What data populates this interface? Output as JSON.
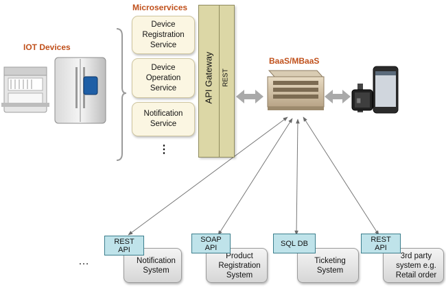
{
  "labels": {
    "microservices": "Microservices",
    "iot_devices": "IOT Devices",
    "baas": "BaaS/MBaaS",
    "api_gateway": "API Gateway",
    "rest": "REST",
    "ms_ellipsis": "⋮",
    "bottom_ellipsis": "…"
  },
  "microservices": [
    {
      "line1": "Device",
      "line2": "Registration",
      "line3": "Service"
    },
    {
      "line1": "Device",
      "line2": "Operation",
      "line3": "Service"
    },
    {
      "line1": "Notification",
      "line2": "Service",
      "line3": ""
    }
  ],
  "backends": [
    {
      "api1": "REST",
      "api2": "API",
      "sys1": "Notification",
      "sys2": "System",
      "sys3": ""
    },
    {
      "api1": "SOAP",
      "api2": "API",
      "sys1": "Product",
      "sys2": "Registration",
      "sys3": "System"
    },
    {
      "api1": "SQL DB",
      "api2": "",
      "sys1": "Ticketing",
      "sys2": "System",
      "sys3": ""
    },
    {
      "api1": "REST",
      "api2": "API",
      "sys1": "3rd party",
      "sys2": "system e.g.",
      "sys3": "Retail order"
    }
  ]
}
